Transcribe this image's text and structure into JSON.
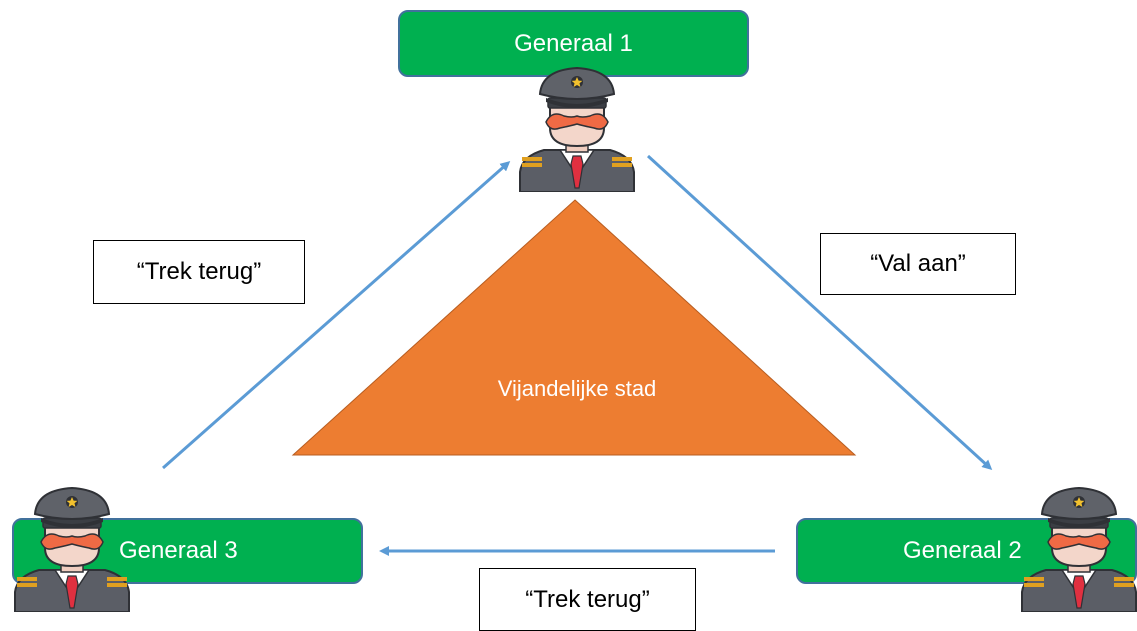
{
  "colors": {
    "general_fill": "#00b050",
    "general_border": "#41719c",
    "city_fill": "#ed7d31",
    "arrow": "#5b9bd5"
  },
  "generals": {
    "g1": {
      "label": "Generaal 1",
      "icon": "general-avatar-icon"
    },
    "g2": {
      "label": "Generaal 2",
      "icon": "general-avatar-icon"
    },
    "g3": {
      "label": "Generaal 3",
      "icon": "general-avatar-icon"
    }
  },
  "city": {
    "label": "Vijandelijke stad"
  },
  "messages": {
    "g3_to_g1": "“Trek terug”",
    "g1_to_g2": "“Val aan”",
    "g2_to_g3": "“Trek terug”"
  }
}
